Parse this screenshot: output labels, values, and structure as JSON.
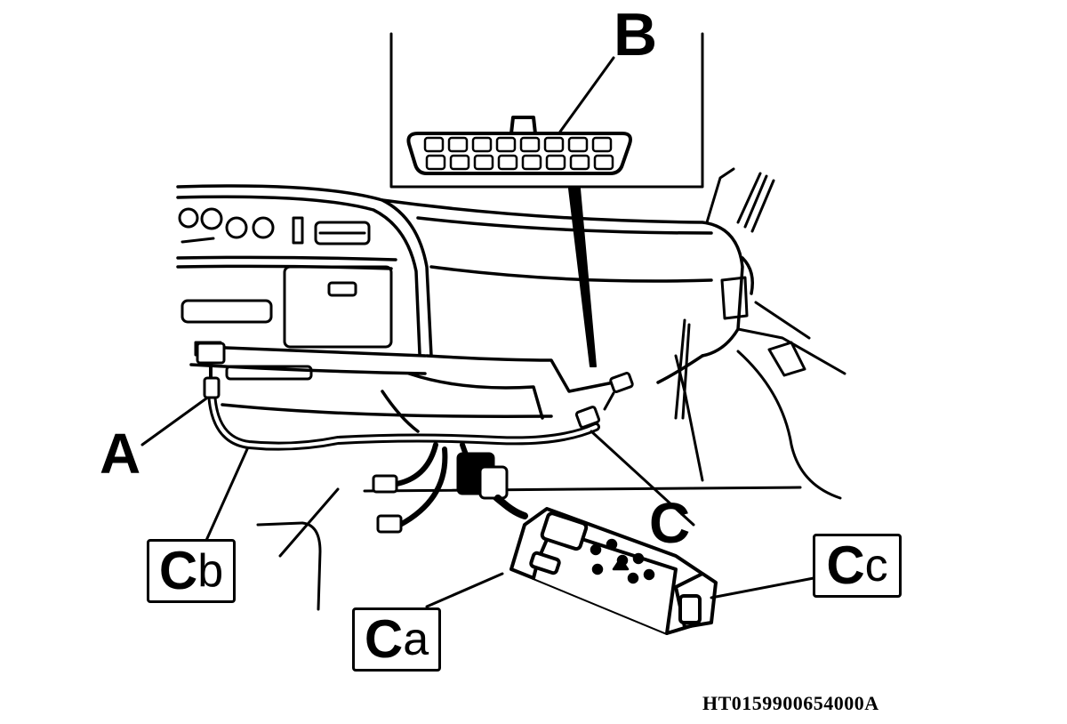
{
  "labels": {
    "a": "A",
    "b": "B",
    "c": "C",
    "ca_prefix": "C",
    "ca_suffix": "a",
    "cb_prefix": "C",
    "cb_suffix": "b",
    "cc_prefix": "C",
    "cc_suffix": "c"
  },
  "figure_id": "HT0159900654000A"
}
